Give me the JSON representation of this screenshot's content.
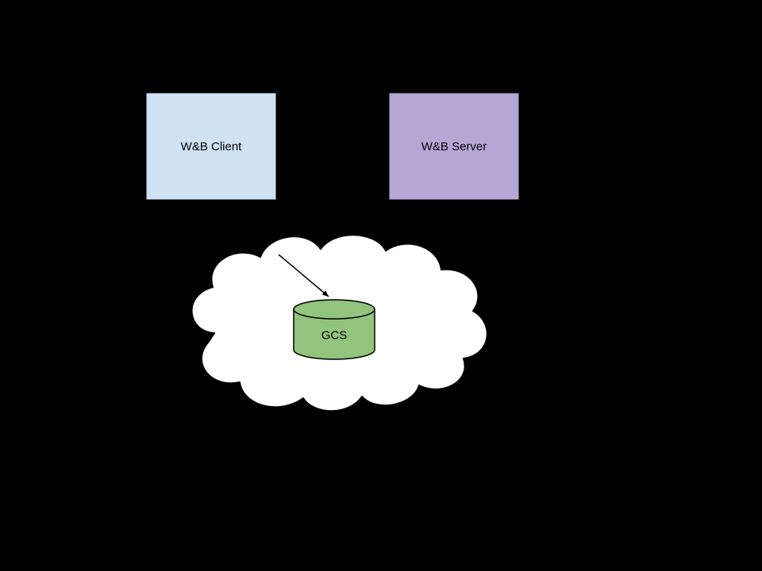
{
  "canvas": {
    "background": "#000000"
  },
  "diagram": {
    "nodes": {
      "client": {
        "label": "W&B Client",
        "fill": "#cfe2f3",
        "stroke": "#000000"
      },
      "server": {
        "label": "W&B Server",
        "fill": "#b4a7d6",
        "stroke": "#000000"
      },
      "cloud": {
        "fill": "#ffffff",
        "stroke": "#000000"
      },
      "gcs": {
        "label": "GCS",
        "fill": "#93c47d",
        "stroke": "#000000"
      }
    },
    "connectors": {
      "cloud_to_gcs": {
        "style": "arrow",
        "color": "#000000"
      }
    }
  }
}
